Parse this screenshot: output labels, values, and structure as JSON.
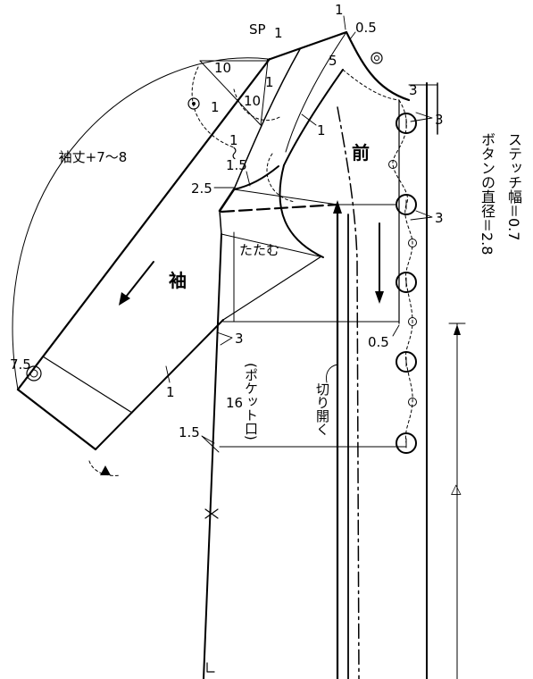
{
  "colors": {
    "line": "#000000",
    "background": "#ffffff"
  },
  "icons": [
    "circle-dot-mark",
    "filled-triangle-mark",
    "cross-mark",
    "button-circle",
    "grain-arrow"
  ],
  "labels": {
    "sp": "SP",
    "sp_offset": "1",
    "neck_top_offset": "1",
    "neck_top_ease": "0.5",
    "raglan_neck": "5",
    "sleeve_slope_h": "10",
    "sleeve_slope_v": "10",
    "slope_offset_a": "1",
    "slope_offset_b": "1",
    "raglan_curve_offset": "1",
    "underarm_low_1": "1",
    "underarm_range_sep": "〜",
    "underarm_low_2": "1.5",
    "underarm_width": "2.5",
    "neck_ext": "3",
    "front_ext_top": "3",
    "front_ext_mid": "3",
    "sleeve_length": "袖丈+7〜8",
    "front": "前",
    "fold": "たたむ",
    "sleeve": "袖",
    "cf_ease": "0.5",
    "underarm_drop": "3",
    "cuff_width": "7.5",
    "underarm_offset": "1",
    "pocket_depth": "16",
    "pocket_side": "1.5",
    "pocket_opening": "(ポケット口)",
    "slash_open": "切り開く",
    "stitch_width": "ステッチ幅＝0.7",
    "button_diameter": "ボタンの直径＝2.8",
    "length_mark": "△"
  }
}
